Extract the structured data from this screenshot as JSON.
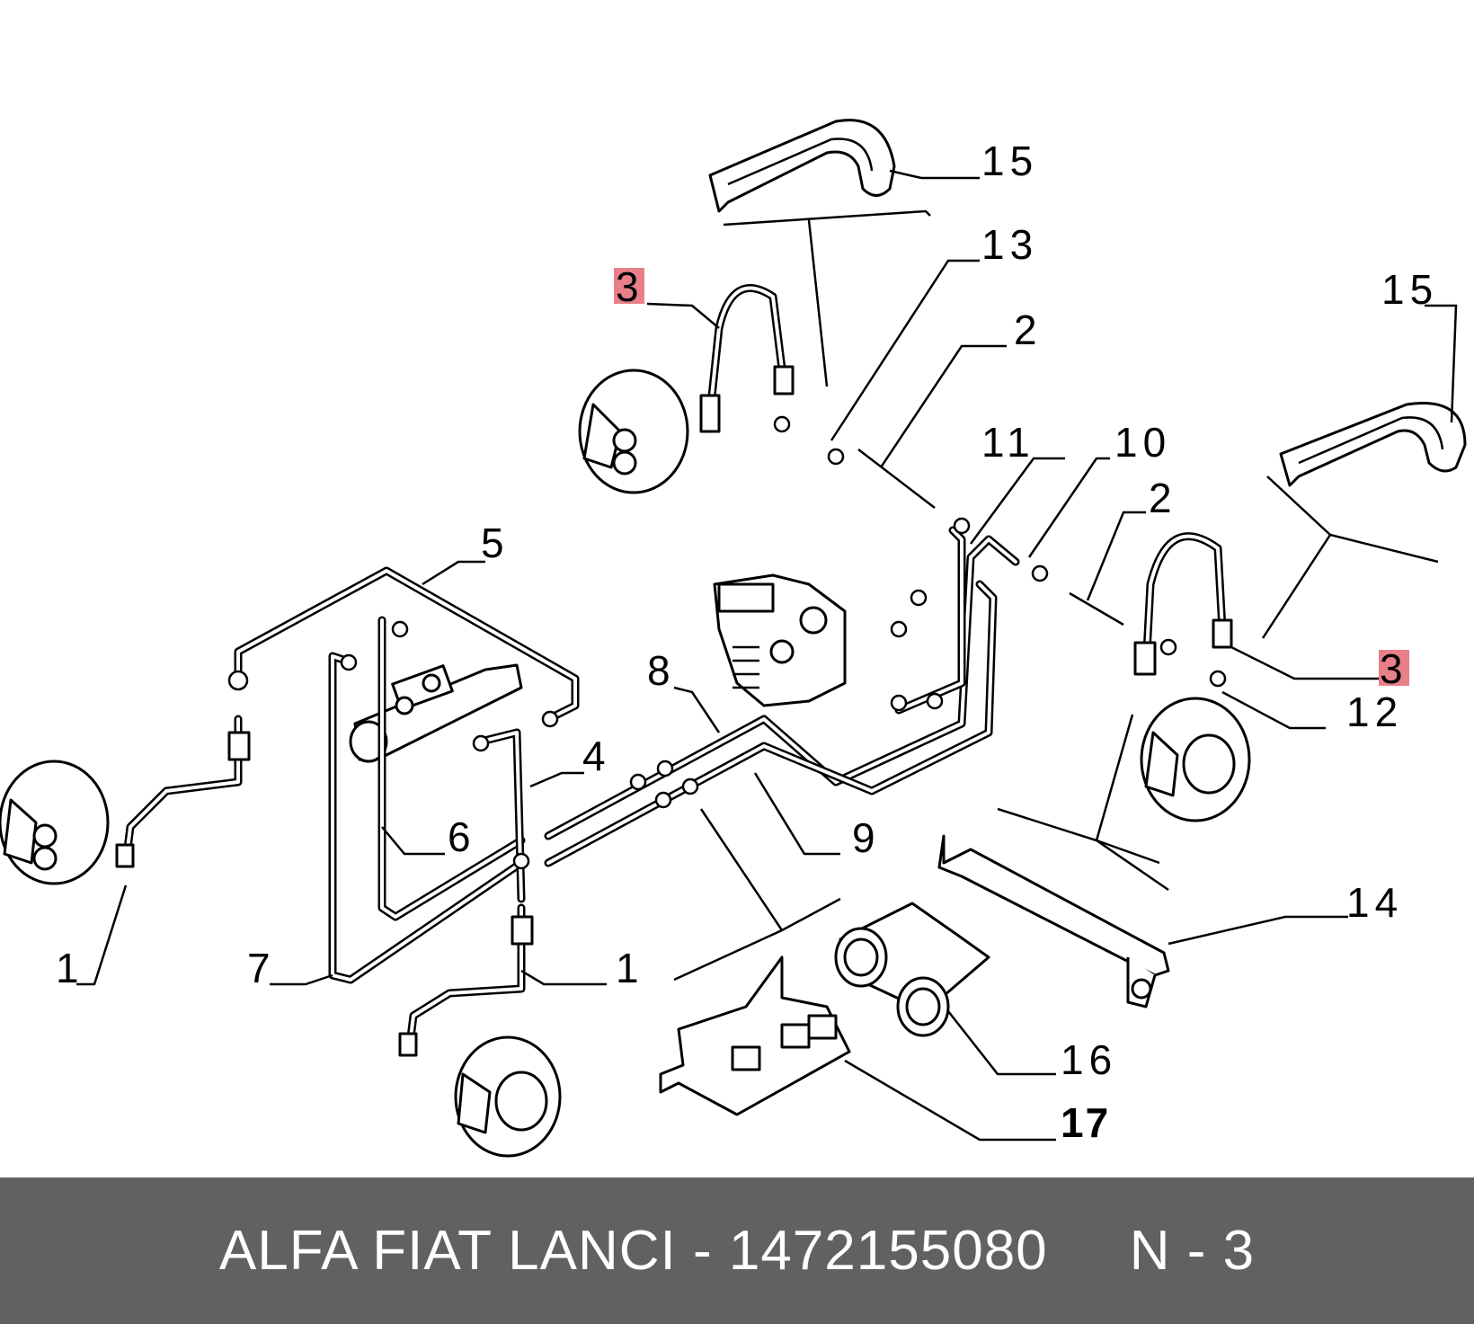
{
  "diagram": {
    "callouts": [
      {
        "id": "c15a",
        "text": "15"
      },
      {
        "id": "c13",
        "text": "13"
      },
      {
        "id": "c3a",
        "text": "3",
        "highlighted": true
      },
      {
        "id": "c2a",
        "text": "2"
      },
      {
        "id": "c11",
        "text": "11"
      },
      {
        "id": "c10",
        "text": "10"
      },
      {
        "id": "c15b",
        "text": "15"
      },
      {
        "id": "c2b",
        "text": "2"
      },
      {
        "id": "c5",
        "text": "5"
      },
      {
        "id": "c8",
        "text": "8"
      },
      {
        "id": "c3b",
        "text": "3",
        "highlighted": true
      },
      {
        "id": "c12",
        "text": "12"
      },
      {
        "id": "c4",
        "text": "4"
      },
      {
        "id": "c6",
        "text": "6"
      },
      {
        "id": "c9",
        "text": "9"
      },
      {
        "id": "c14",
        "text": "14"
      },
      {
        "id": "c1a",
        "text": "1"
      },
      {
        "id": "c7",
        "text": "7"
      },
      {
        "id": "c1b",
        "text": "1"
      },
      {
        "id": "c16",
        "text": "16"
      },
      {
        "id": "c17",
        "text": "17",
        "bold": true
      }
    ],
    "highlight_color": "#e8808a"
  },
  "footer": {
    "text": "ALFA FIAT LANCI - 1472155080     N - 3",
    "background": "#616161",
    "color": "#ffffff"
  }
}
